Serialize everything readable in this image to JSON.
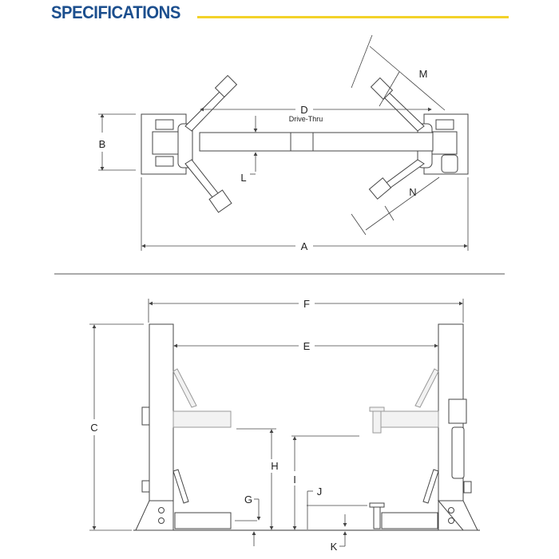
{
  "header": {
    "title": "SPECIFICATIONS",
    "accent_color": "#f3d22a",
    "title_color": "#1c4f8e"
  },
  "top_view": {
    "labels": {
      "A": "A",
      "B": "B",
      "D": "D",
      "drive_thru": "Drive-Thru",
      "L": "L",
      "M": "M",
      "N": "N"
    }
  },
  "front_view": {
    "labels": {
      "C": "C",
      "E": "E",
      "F": "F",
      "G": "G",
      "H": "H",
      "I": "I",
      "J": "J",
      "K": "K"
    }
  }
}
